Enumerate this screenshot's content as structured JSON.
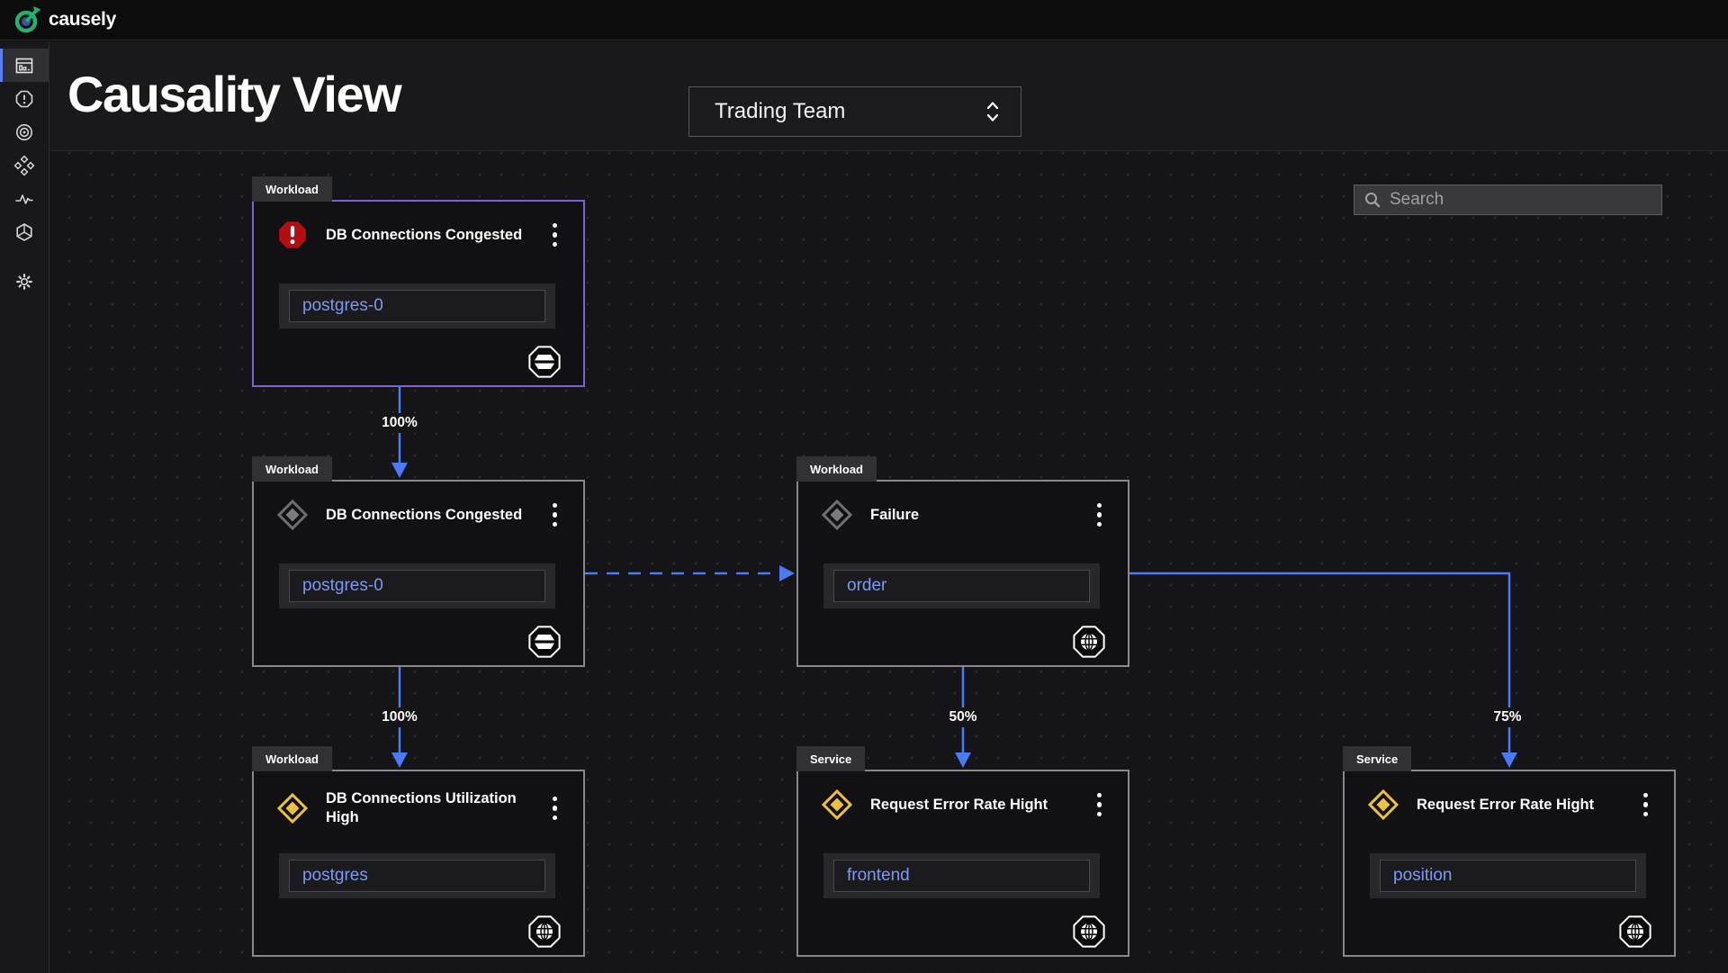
{
  "topbar": {
    "brand": "causely"
  },
  "sidebar": {
    "items": [
      {
        "icon": "dashboard-icon",
        "selected": true
      },
      {
        "icon": "alert-octagon-icon",
        "selected": false
      },
      {
        "icon": "target-icon",
        "selected": false
      },
      {
        "icon": "diamonds-icon",
        "selected": false
      },
      {
        "icon": "activity-icon",
        "selected": false
      },
      {
        "icon": "hex-wheel-icon",
        "selected": false
      },
      {
        "icon": "settings-gear-icon",
        "selected": false
      }
    ]
  },
  "header": {
    "title": "Causality View",
    "team_selector": {
      "value": "Trading Team"
    }
  },
  "canvas": {
    "search": {
      "placeholder": "Search"
    },
    "nodes": [
      {
        "tab": "Workload",
        "title": "DB Connections Congested",
        "entity": "postgres-0",
        "severity": "critical",
        "severity_icon": "critical-octagon-icon",
        "entity_icon": "database-icon",
        "root_cause": true
      },
      {
        "tab": "Workload",
        "title": "DB Connections Congested",
        "entity": "postgres-0",
        "severity": "inactive",
        "severity_icon": "gray-diamond-icon",
        "entity_icon": "database-icon",
        "root_cause": false
      },
      {
        "tab": "Workload",
        "title": "DB Connections Utilization High",
        "entity": "postgres",
        "severity": "warning",
        "severity_icon": "yellow-diamond-icon",
        "entity_icon": "globe-icon",
        "root_cause": false
      },
      {
        "tab": "Workload",
        "title": "Failure",
        "entity": "order",
        "severity": "inactive",
        "severity_icon": "gray-diamond-icon",
        "entity_icon": "globe-icon",
        "root_cause": false
      },
      {
        "tab": "Service",
        "title": "Request Error Rate Hight",
        "entity": "frontend",
        "severity": "warning",
        "severity_icon": "yellow-diamond-icon",
        "entity_icon": "globe-icon",
        "root_cause": false
      },
      {
        "tab": "Service",
        "title": "Request Error Rate Hight",
        "entity": "position",
        "severity": "warning",
        "severity_icon": "yellow-diamond-icon",
        "entity_icon": "globe-icon",
        "root_cause": false
      }
    ],
    "edges": [
      {
        "from": 0,
        "to": 1,
        "label": "100%",
        "style": "solid"
      },
      {
        "from": 1,
        "to": 2,
        "label": "100%",
        "style": "solid"
      },
      {
        "from": 1,
        "to": 3,
        "label": "",
        "style": "dashed"
      },
      {
        "from": 3,
        "to": 4,
        "label": "50%",
        "style": "solid"
      },
      {
        "from": 3,
        "to": 5,
        "label": "75%",
        "style": "solid"
      }
    ],
    "colors": {
      "edge": "#4a7af5",
      "critical": "#b30e13",
      "warning": "#ecc23c",
      "entity_link": "#7d9af0",
      "root_cause_border": "#7f61d0"
    }
  }
}
